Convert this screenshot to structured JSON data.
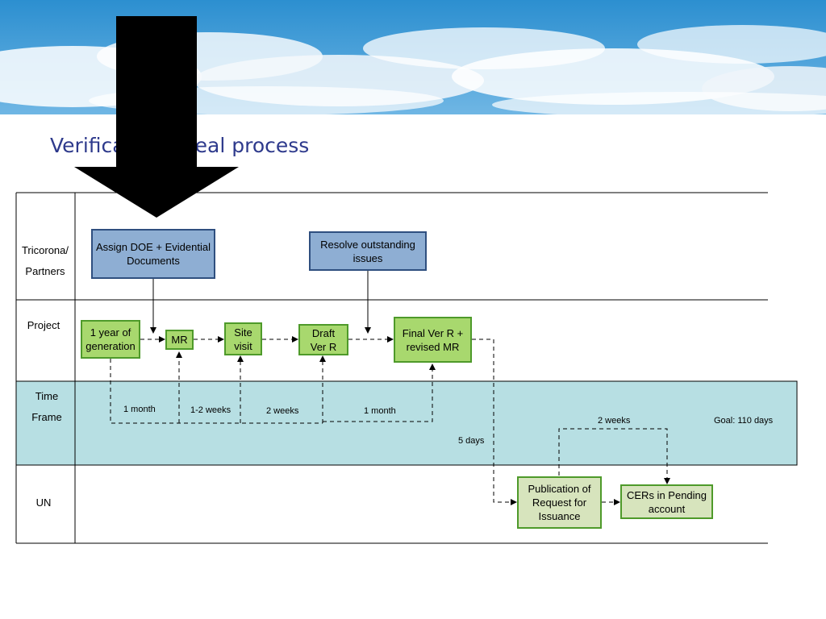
{
  "title": "Verification: ideal process",
  "lanes": {
    "partners": "Tricorona/ Partners",
    "project": "Project",
    "timeframe": "Time Frame",
    "un": "UN"
  },
  "boxes": {
    "assign_doe": "Assign DOE + Evidential Documents",
    "resolve": "Resolve outstanding issues",
    "year": "1 year of generation",
    "mr": "MR",
    "site": "Site visit",
    "draft": "Draft Ver R",
    "final": "Final Ver R + revised MR",
    "publication": "Publication of Request for Issuance",
    "cers": "CERs in Pending account"
  },
  "durations": {
    "d1": "1 month",
    "d2": "1-2 weeks",
    "d3": "2 weeks",
    "d4": "1 month",
    "d5": "5 days",
    "d6": "2 weeks",
    "goal": "Goal: 110 days"
  },
  "colors": {
    "sky": "#3a9bd5",
    "timeframe_band": "#b7dfe3",
    "blue_box": "#8eaed3",
    "green_box": "#a8d86e",
    "pale_box": "#d7e4bd",
    "title": "#2e3a8c"
  }
}
